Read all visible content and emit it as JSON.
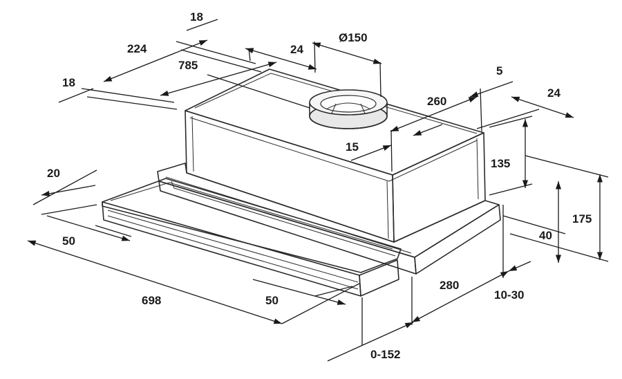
{
  "diagram": {
    "labels": {
      "top_18": "18",
      "d_224": "224",
      "d_785": "785",
      "left_18": "18",
      "d_24_top": "24",
      "d_150": "Ø150",
      "d_5": "5",
      "d_260": "260",
      "d_24_right": "24",
      "d_15": "15",
      "d_135": "135",
      "d_20": "20",
      "d_175": "175",
      "d_40": "40",
      "d_50_left": "50",
      "d_698": "698",
      "d_50_bottom": "50",
      "d_280": "280",
      "d_10_30": "10-30",
      "d_0_152": "0-152"
    },
    "colors": {
      "line": "#2a2a2a",
      "body_fill": "#ededed",
      "text": "#1a1a1a"
    }
  }
}
